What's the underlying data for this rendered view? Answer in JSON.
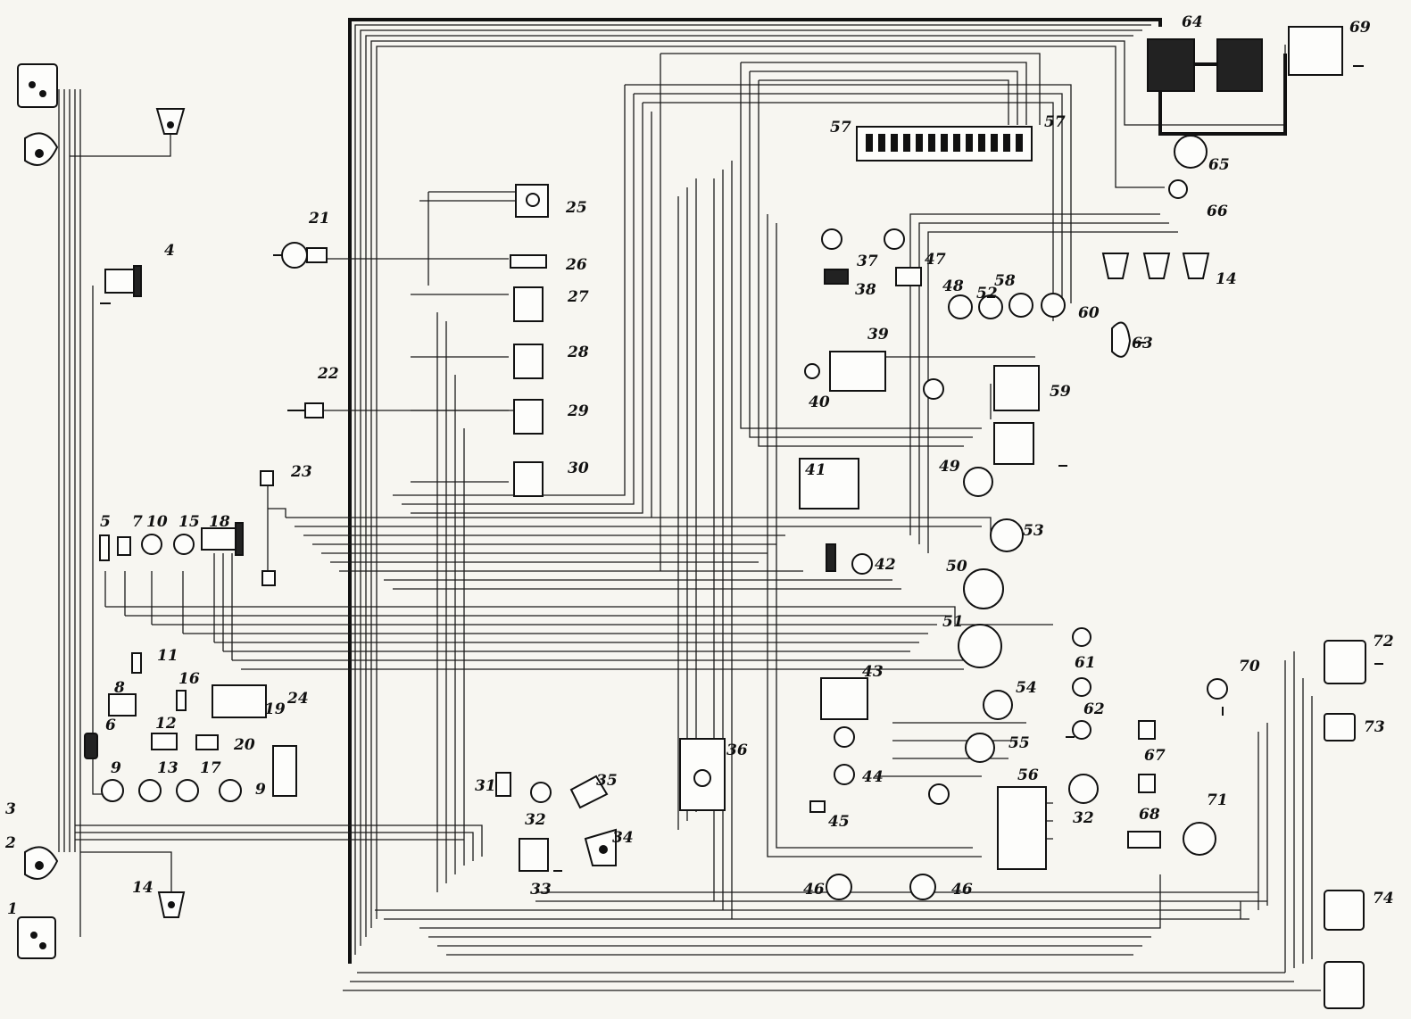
{
  "diagram": {
    "labels": [
      "1",
      "2",
      "3",
      "4",
      "5",
      "6",
      "7",
      "8",
      "9",
      "9",
      "10",
      "11",
      "12",
      "13",
      "14",
      "14",
      "15",
      "16",
      "17",
      "18",
      "19",
      "20",
      "21",
      "22",
      "23",
      "24",
      "25",
      "26",
      "27",
      "28",
      "29",
      "30",
      "31",
      "32",
      "32",
      "33",
      "34",
      "35",
      "36",
      "37",
      "38",
      "39",
      "40",
      "41",
      "42",
      "43",
      "44",
      "45",
      "46",
      "46",
      "47",
      "48",
      "49",
      "50",
      "51",
      "52",
      "53",
      "54",
      "55",
      "56",
      "57",
      "57",
      "58",
      "59",
      "60",
      "61",
      "62",
      "63",
      "64",
      "65",
      "66",
      "67",
      "68",
      "69",
      "70",
      "71",
      "72",
      "73",
      "74"
    ]
  }
}
